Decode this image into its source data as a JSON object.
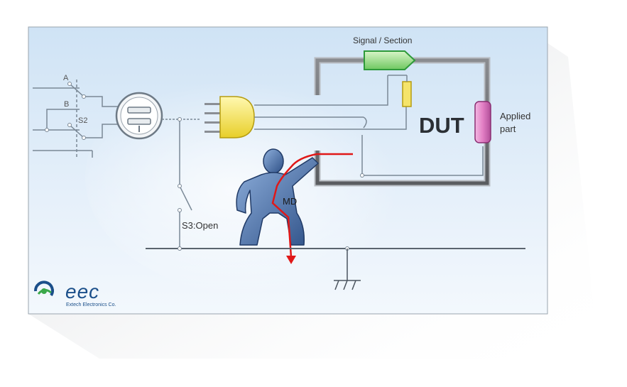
{
  "diagram": {
    "switch_labels": {
      "a": "A",
      "b": "B",
      "s2": "S2"
    },
    "s3_label": "S3:Open",
    "signal_section_label": "Signal / Section",
    "dut_label": "DUT",
    "applied_part_label": [
      "Applied",
      "part"
    ],
    "md_label": "MD"
  },
  "logo": {
    "wordmark": "eec",
    "company": "Extech Electronics Co."
  },
  "colors": {
    "background_top": "#d6e8f7",
    "wire": "#7a8896",
    "enclosure": "#6e7074",
    "current_path": "#e01818",
    "plug": "#f2e24a",
    "signal_connector": "#2e9a3a",
    "applied_part": "#c24a9a",
    "person": "#3b5f96",
    "logo_blue": "#1b4f8a",
    "logo_green": "#3aa84a"
  }
}
